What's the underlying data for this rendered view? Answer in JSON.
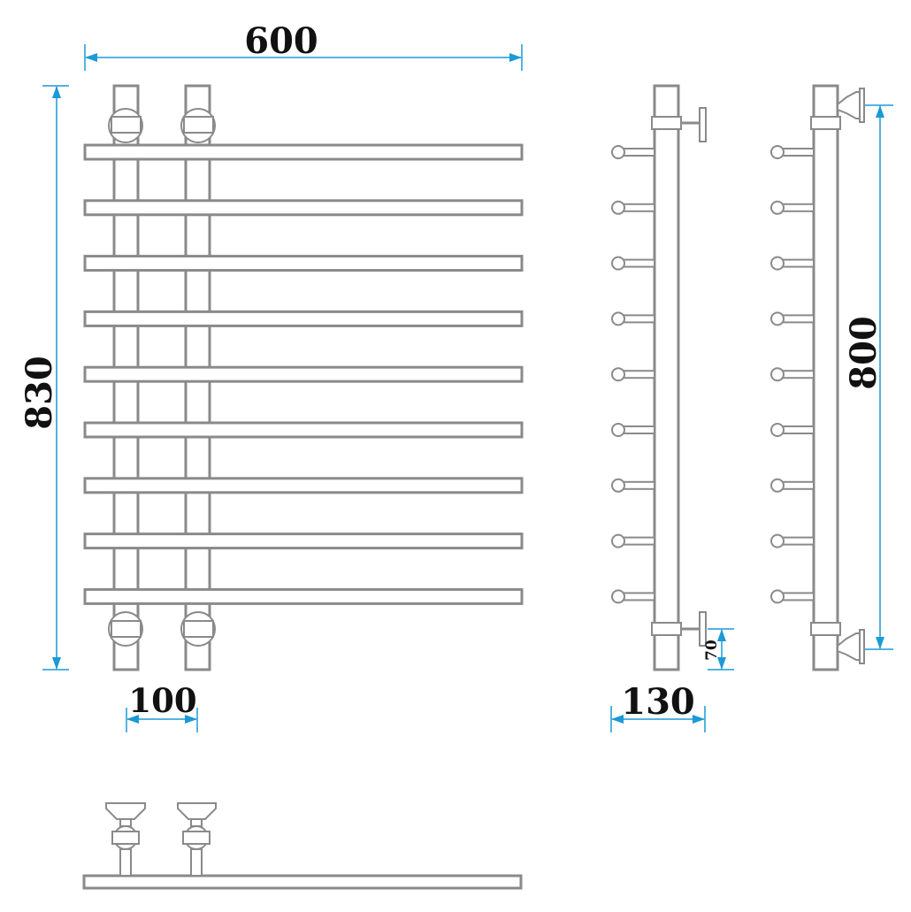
{
  "dimensions": {
    "width_label": "600",
    "height_label": "830",
    "pipe_spacing_label": "100",
    "depth_label": "130",
    "connection_label": "800",
    "offset_label": "70"
  },
  "colors": {
    "outline": "#8a8a8a",
    "dimension_line": "#1a9ad6",
    "text": "#111111",
    "background": "#ffffff"
  },
  "rail_count": 9
}
